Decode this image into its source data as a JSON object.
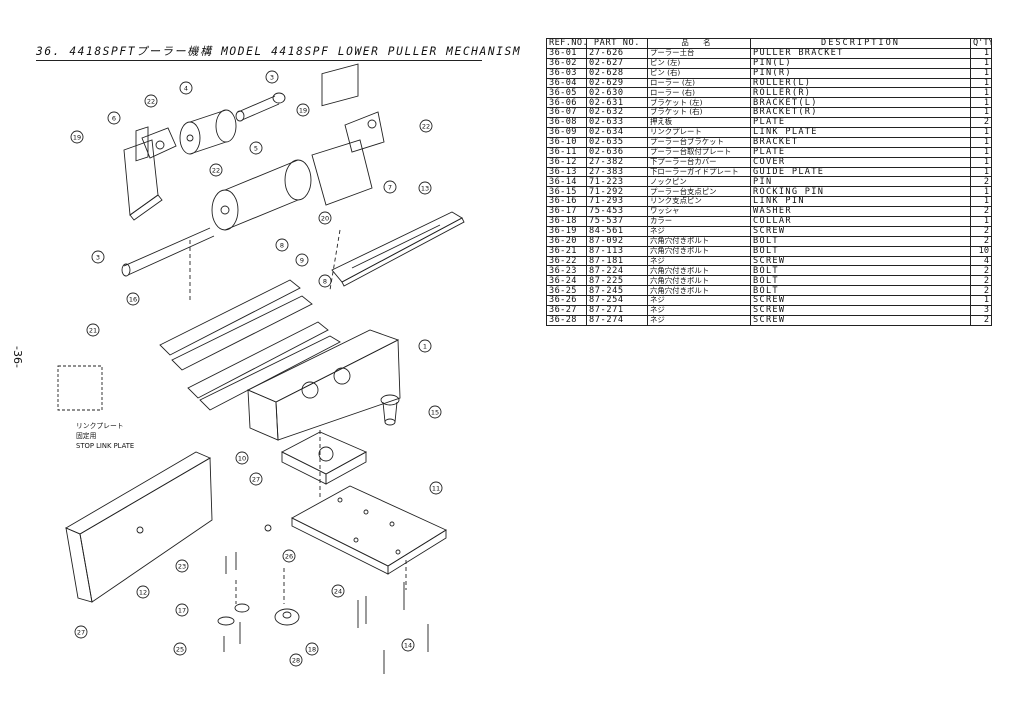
{
  "page": {
    "title": "36. 4418SPFTプーラー機構 MODEL 4418SPF LOWER PULLER MECHANISM",
    "page_number": "-36-"
  },
  "diagram": {
    "callouts": [
      "22",
      "4",
      "3",
      "6",
      "19",
      "22",
      "5",
      "7",
      "19",
      "22",
      "13",
      "20",
      "3",
      "8",
      "9",
      "16",
      "8",
      "1",
      "21",
      "15",
      "10",
      "27",
      "11",
      "12",
      "26",
      "23",
      "24",
      "17",
      "27",
      "14",
      "25",
      "28",
      "18"
    ],
    "note": [
      "リンクプレート",
      "固定用",
      "STOP LINK PLATE"
    ]
  },
  "table": {
    "headers": {
      "ref": "REF.NO.",
      "part": "PART NO.",
      "jp": "品 名",
      "desc": "DESCRIPTION",
      "qty": "Q'TY"
    },
    "rows": [
      {
        "ref": "36-01",
        "part": "27-626",
        "jp": "プーラー土台",
        "desc": "PULLER BRACKET",
        "qty": "1"
      },
      {
        "ref": "36-02",
        "part": "02-627",
        "jp": "ピン (左)",
        "desc": "PIN(L)",
        "qty": "1"
      },
      {
        "ref": "36-03",
        "part": "02-628",
        "jp": "ピン (右)",
        "desc": "PIN(R)",
        "qty": "1"
      },
      {
        "ref": "36-04",
        "part": "02-629",
        "jp": "ローラー (左)",
        "desc": "ROLLER(L)",
        "qty": "1"
      },
      {
        "ref": "36-05",
        "part": "02-630",
        "jp": "ローラー (右)",
        "desc": "ROLLER(R)",
        "qty": "1"
      },
      {
        "ref": "36-06",
        "part": "02-631",
        "jp": "ブラケット (左)",
        "desc": "BRACKET(L)",
        "qty": "1"
      },
      {
        "ref": "36-07",
        "part": "02-632",
        "jp": "ブラケット (右)",
        "desc": "BRACKET(R)",
        "qty": "1"
      },
      {
        "ref": "36-08",
        "part": "02-633",
        "jp": "押え板",
        "desc": "PLATE",
        "qty": "2"
      },
      {
        "ref": "36-09",
        "part": "02-634",
        "jp": "リンクプレート",
        "desc": "LINK PLATE",
        "qty": "1"
      },
      {
        "ref": "36-10",
        "part": "02-635",
        "jp": "プーラー台ブラケット",
        "desc": "BRACKET",
        "qty": "1"
      },
      {
        "ref": "36-11",
        "part": "02-636",
        "jp": "プーラー台取付プレート",
        "desc": "PLATE",
        "qty": "1"
      },
      {
        "ref": "36-12",
        "part": "27-382",
        "jp": "下プーラー台カバー",
        "desc": "COVER",
        "qty": "1"
      },
      {
        "ref": "36-13",
        "part": "27-383",
        "jp": "下ローラーガイドプレート",
        "desc": "GUIDE PLATE",
        "qty": "1"
      },
      {
        "ref": "36-14",
        "part": "71-223",
        "jp": "ノックピン",
        "desc": "PIN",
        "qty": "2"
      },
      {
        "ref": "36-15",
        "part": "71-292",
        "jp": "プーラー台支点ピン",
        "desc": "ROCKING PIN",
        "qty": "1"
      },
      {
        "ref": "36-16",
        "part": "71-293",
        "jp": "リンク支点ピン",
        "desc": "LINK PIN",
        "qty": "1"
      },
      {
        "ref": "36-17",
        "part": "75-453",
        "jp": "ワッシャ",
        "desc": "WASHER",
        "qty": "2"
      },
      {
        "ref": "36-18",
        "part": "75-537",
        "jp": "カラー",
        "desc": "COLLAR",
        "qty": "1"
      },
      {
        "ref": "36-19",
        "part": "84-561",
        "jp": "ネジ",
        "desc": "SCREW",
        "qty": "2"
      },
      {
        "ref": "36-20",
        "part": "87-092",
        "jp": "六角穴付きボルト",
        "desc": "BOLT",
        "qty": "2"
      },
      {
        "ref": "36-21",
        "part": "87-113",
        "jp": "六角穴付きボルト",
        "desc": "BOLT",
        "qty": "10"
      },
      {
        "ref": "36-22",
        "part": "87-181",
        "jp": "ネジ",
        "desc": "SCREW",
        "qty": "4"
      },
      {
        "ref": "36-23",
        "part": "87-224",
        "jp": "六角穴付きボルト",
        "desc": "BOLT",
        "qty": "2"
      },
      {
        "ref": "36-24",
        "part": "87-225",
        "jp": "六角穴付きボルト",
        "desc": "BOLT",
        "qty": "2"
      },
      {
        "ref": "36-25",
        "part": "87-245",
        "jp": "六角穴付きボルト",
        "desc": "BOLT",
        "qty": "2"
      },
      {
        "ref": "36-26",
        "part": "87-254",
        "jp": "ネジ",
        "desc": "SCREW",
        "qty": "1"
      },
      {
        "ref": "36-27",
        "part": "87-271",
        "jp": "ネジ",
        "desc": "SCREW",
        "qty": "3"
      },
      {
        "ref": "36-28",
        "part": "87-274",
        "jp": "ネジ",
        "desc": "SCREW",
        "qty": "2"
      }
    ]
  }
}
